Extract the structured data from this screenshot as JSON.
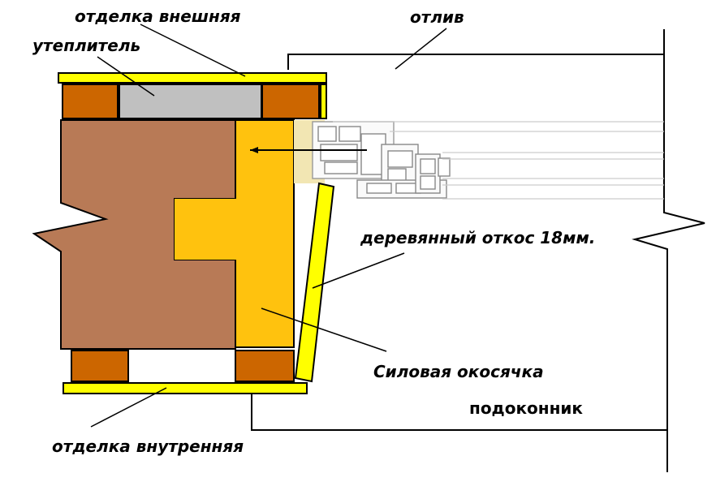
{
  "labels": {
    "finish_outer": "отделка внешняя",
    "insulation": "утеплитель",
    "drip": "отлив",
    "wood_slope": "деревянный откос 18мм.",
    "load_frame": "Силовая окосячка",
    "sill": "подоконник",
    "finish_inner": "отделка внутренняя"
  },
  "colors": {
    "wall_wood": "#b87a56",
    "frame_yellow": "#ffc20e",
    "finish_yellow": "#ffff00",
    "beam_orange": "#cc6600",
    "insulation_gray": "#c0c0c0",
    "foam_beige": "#f2e6b3",
    "line": "#000000"
  }
}
